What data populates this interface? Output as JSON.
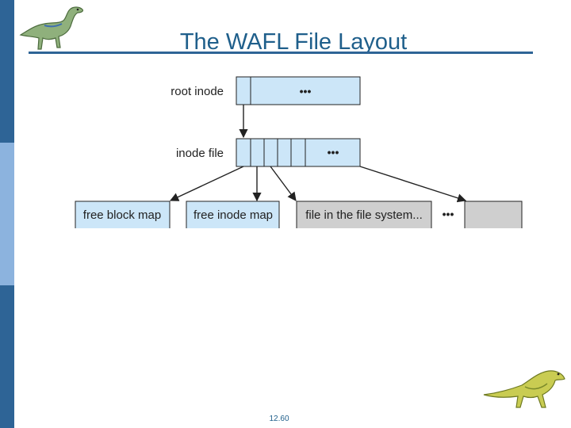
{
  "slide": {
    "title": "The WAFL File Layout",
    "page_number": "12.60"
  },
  "diagram": {
    "root_inode": {
      "label": "root inode",
      "ellipsis": "•••"
    },
    "inode_file": {
      "label": "inode file",
      "ellipsis": "•••"
    },
    "blocks": [
      {
        "label": "free block map",
        "color": "#cce6f8"
      },
      {
        "label": "free inode map",
        "color": "#cce6f8"
      },
      {
        "label": "file in the file system...",
        "color": "#cfcfcf"
      }
    ],
    "trailing_ellipsis": "•••",
    "colors": {
      "inode_fill": "#cce6f8",
      "file_fill": "#cfcfcf",
      "accent": "#2e6496"
    }
  }
}
